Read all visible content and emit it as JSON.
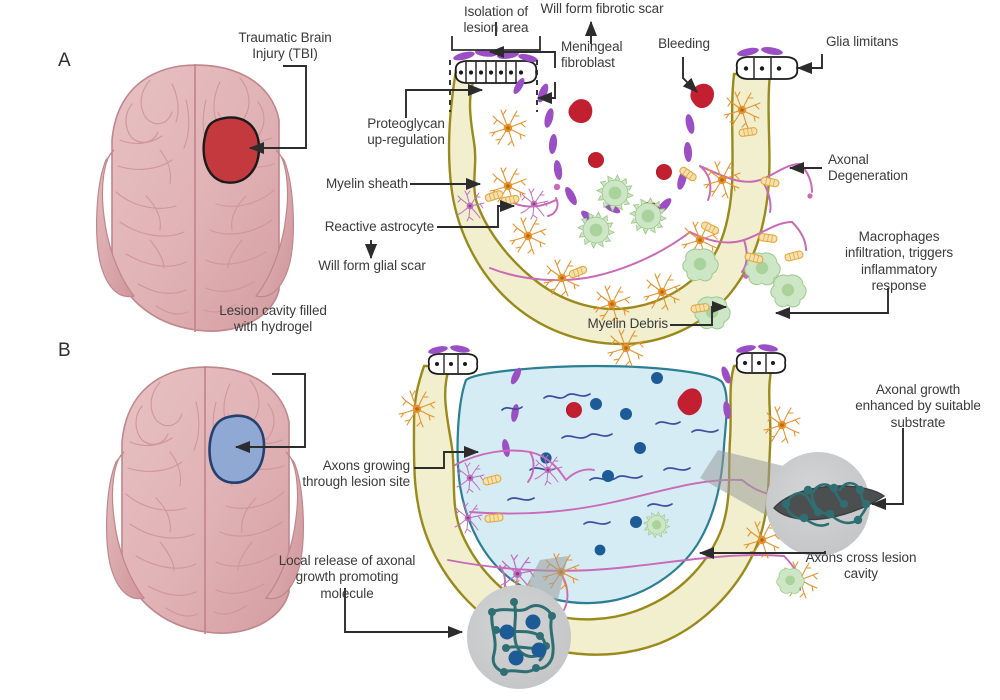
{
  "figure": {
    "title": "Traumatic brain injury lesion environment and hydrogel repair",
    "panels": [
      {
        "id": "A",
        "letter": "A"
      },
      {
        "id": "B",
        "letter": "B"
      }
    ]
  },
  "colors": {
    "brain_fill": "#e2b4b6",
    "brain_shade": "#d49ca0",
    "brain_line": "#c08a8f",
    "lesion_red": "#c4393d",
    "lesion_blue": "#8fa9d4",
    "lesion_blue_outline": "#2d4a7c",
    "scar_fill": "#f2efcf",
    "scar_stroke": "#9a8a1b",
    "hydrogel_fill": "#d6ecf5",
    "hydrogel_stroke": "#2b7f93",
    "astrocyte_orange": "#e8922e",
    "oligodendrocyte_purple": "#c06fbe",
    "macrophage_green": "#cce6c4",
    "macrophage_green_dark": "#9ec98e",
    "blood_red": "#c22030",
    "fibroblast_purple": "#9b4fc4",
    "myelin_gold": "#f0c96a",
    "axon_pink": "#c96ab8",
    "nanoparticle_blue": "#1d5b96",
    "scaffold_teal": "#2f6f73",
    "inset_gray": "#c9cbcc",
    "arrow": "#2c2c2c",
    "text": "#3b3b3b"
  },
  "panelA": {
    "letter": "A",
    "labels": {
      "tbi": "Traumatic Brain\nInjury (TBI)",
      "isolation": "Isolation of\nlesion area",
      "fibrotic": "Will form fibrotic scar",
      "meningeal": "Meningeal\nfibroblast",
      "bleeding": "Bleeding",
      "glia_limitans": "Glia limitans",
      "proteoglycan": "Proteoglycan\nup-regulation",
      "myelin_sheath": "Myelin sheath",
      "reactive_astrocyte": "Reactive astrocyte",
      "glial_scar": "Will form glial scar",
      "axonal_degeneration": "Axonal\nDegeneration",
      "macrophages": "Macrophages\ninfiltration, triggers\ninflammatory\nresponse",
      "myelin_debris": "Myelin Debris"
    }
  },
  "panelB": {
    "letter": "B",
    "labels": {
      "hydrogel": "Lesion cavity filled\nwith hydrogel",
      "axons_growing": "Axons growing\nthrough lesion site",
      "local_release": "Local release of axonal\ngrowth promoting\nmolecule",
      "axonal_growth": "Axonal growth\nenhanced by suitable\nsubstrate",
      "axons_cross": "Axons cross lesion\ncavity"
    }
  },
  "legend_elements": [
    "brain-top-view",
    "red-lesion",
    "blue-hydrogel-lesion",
    "glial-scar-rim",
    "glia-limitans",
    "meningeal-fibroblasts",
    "reactive-astrocytes",
    "oligodendrocytes",
    "macrophages",
    "erythrocytes",
    "myelin-debris",
    "degenerating-axons",
    "hydrogel-cavity",
    "nanoparticles",
    "growth-scaffold-fiber"
  ]
}
